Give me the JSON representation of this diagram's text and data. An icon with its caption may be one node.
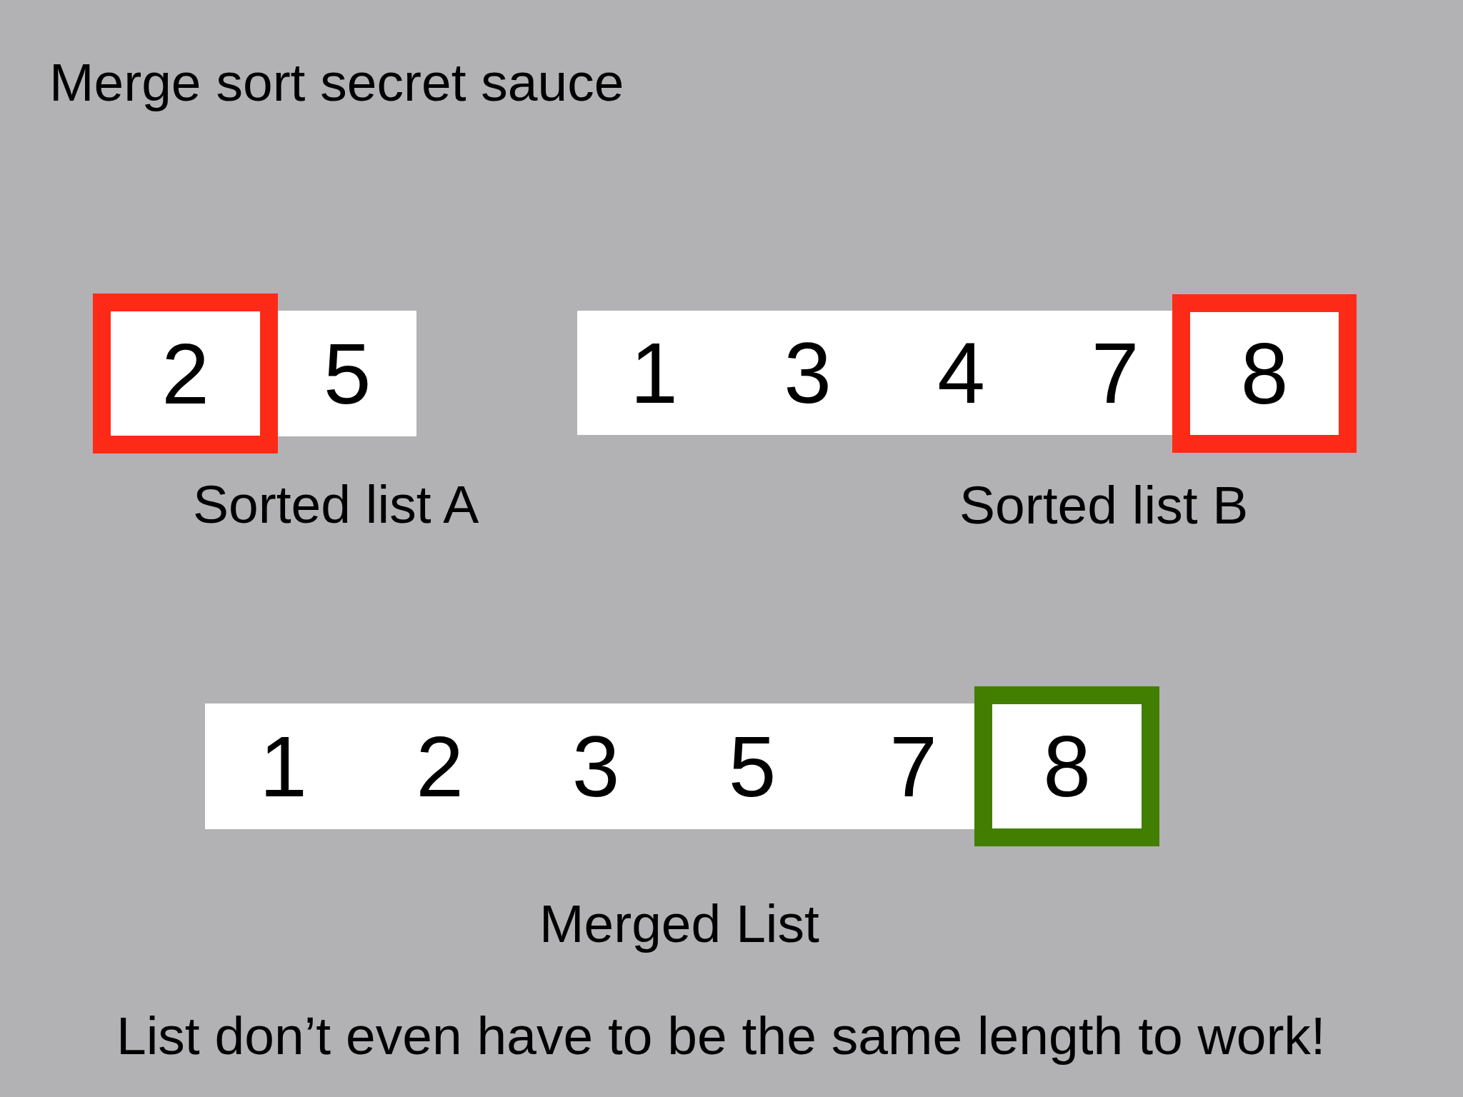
{
  "diagram": {
    "title": "Merge sort secret sauce",
    "nodes": [
      {
        "text": [
          "2"
        ]
      },
      {
        "text": [
          "5"
        ]
      },
      {
        "text": [
          "1"
        ]
      },
      {
        "text": [
          "3"
        ]
      },
      {
        "text": [
          "4"
        ]
      },
      {
        "text": [
          "7"
        ]
      },
      {
        "text": [
          "8"
        ]
      },
      {
        "text": [
          "1"
        ]
      },
      {
        "text": [
          "2"
        ]
      },
      {
        "text": [
          "3"
        ]
      },
      {
        "text": [
          "5"
        ]
      },
      {
        "text": [
          "7"
        ]
      },
      {
        "text": [
          "8"
        ]
      }
    ],
    "labels": [
      "Sorted list A",
      "Sorted list B",
      "Merged List",
      "List don’t even have to be the same length to work!"
    ]
  }
}
